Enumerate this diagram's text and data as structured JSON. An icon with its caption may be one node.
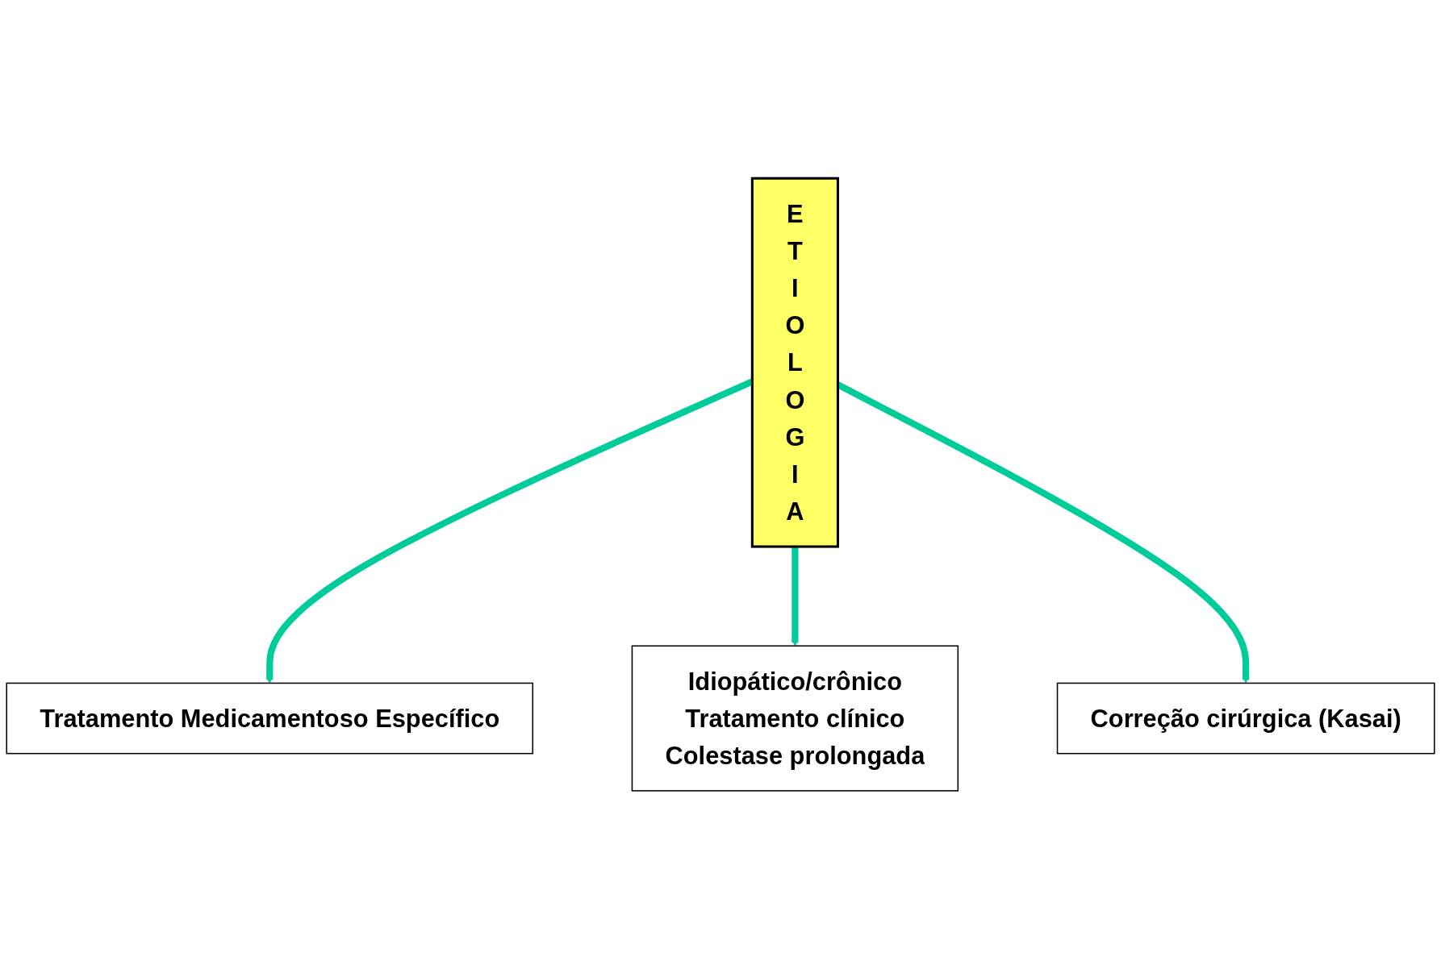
{
  "diagram": {
    "nodes": [
      {
        "text": [
          "E T I O L O G I A"
        ]
      },
      {
        "text": [
          "Tratamento Medicamentoso Específico"
        ]
      },
      {
        "text": [
          "Idiopático/crônico",
          "Tratamento clínico",
          "Colestase prolongada"
        ]
      },
      {
        "text": [
          "Correção cirúrgica (Kasai)"
        ]
      }
    ],
    "edges": [
      {
        "from": 0,
        "to": 1,
        "arrow": "to"
      },
      {
        "from": 0,
        "to": 2,
        "arrow": "to"
      },
      {
        "from": 0,
        "to": 3,
        "arrow": "to"
      }
    ]
  }
}
